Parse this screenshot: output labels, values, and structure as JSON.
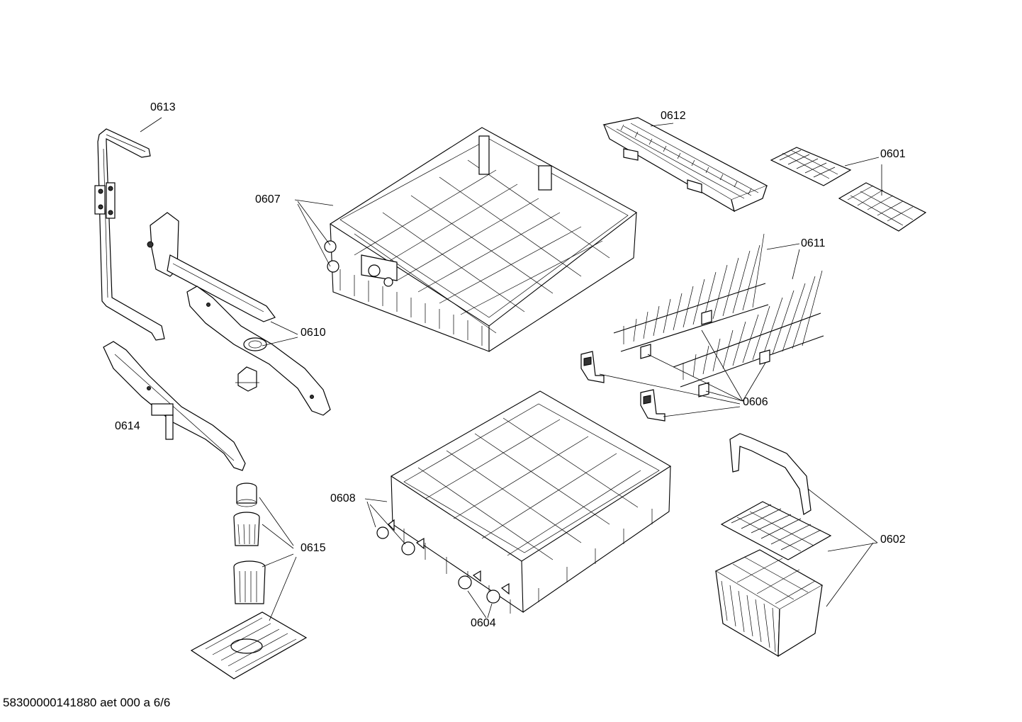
{
  "document": {
    "footer_code": "58300000141880 aet 000 a 6/6"
  },
  "labels": {
    "p0613": "0613",
    "p0612": "0612",
    "p0601": "0601",
    "p0607": "0607",
    "p0611": "0611",
    "p0610": "0610",
    "p0606": "0606",
    "p0614": "0614",
    "p0608": "0608",
    "p0602": "0602",
    "p0615": "0615",
    "p0604": "0604"
  }
}
